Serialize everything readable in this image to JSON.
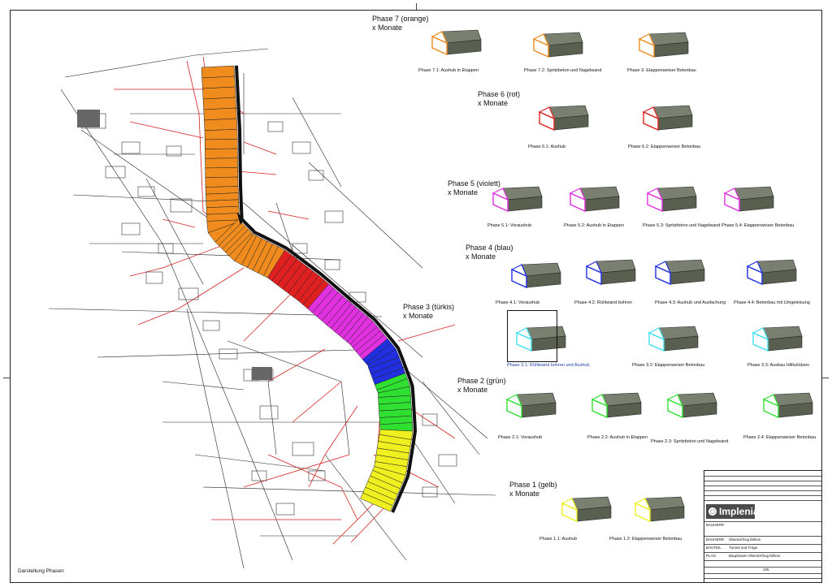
{
  "colors": {
    "orange": "#f08c1e",
    "red": "#e02020",
    "violet": "#e030e0",
    "blue": "#2030e0",
    "cyan": "#40e0f0",
    "green": "#30e030",
    "yellow": "#f0f020",
    "body": "#5a6050"
  },
  "phases": [
    {
      "id": "7",
      "title": "Phase 7 (orange)",
      "duration": "x Monate",
      "color": "orange",
      "steps": [
        "Phase 7.1: Aushub in Etappen",
        "Phase 7.2: Spritzbeton und Nagelwand",
        "Phase 3: Etappenweiser Betonbau"
      ]
    },
    {
      "id": "6",
      "title": "Phase 6 (rot)",
      "duration": "x Monate",
      "color": "red",
      "steps": [
        "Phase 6.1: Aushub",
        "Phase 6.2: Etappenweiser Betonbau"
      ]
    },
    {
      "id": "5",
      "title": "Phase 5 (violett)",
      "duration": "x Monate",
      "color": "violet",
      "steps": [
        "Phase 5.1: Voraushub",
        "Phase 5.2: Aushub in Etappen",
        "Phase 5.3: Spritzbeton und Nagelwand",
        "Phase 5.4: Etappenweiser Betonbau"
      ]
    },
    {
      "id": "4",
      "title": "Phase 4 (blau)",
      "duration": "x Monate",
      "color": "blue",
      "steps": [
        "Phase 4.1: Voraushub",
        "Phase 4.2: Rühlwand bohren",
        "Phase 4.3: Aushub und Ausfachung",
        "Phase 4.4: Betonbau mit Umgeleisung"
      ]
    },
    {
      "id": "3",
      "title": "Phase 3 (türkis)",
      "duration": "x Monate",
      "color": "cyan",
      "steps": [
        "Phase 3.1: Rühlwand bohren und Aushub",
        "Phase 3.2: Etappenweiser Betonbau",
        "Phase 3.3: Ausbau Hilfsstützen"
      ]
    },
    {
      "id": "2",
      "title": "Phase 2 (grün)",
      "duration": "x Monate",
      "color": "green",
      "steps": [
        "Phase 2.1: Voraushub",
        "Phase 2.2: Aushub in Etappen",
        "Phase 2.3: Spritzbeton und Nagelwand",
        "Phase 2.4: Etappenweiser Betonbau"
      ]
    },
    {
      "id": "1",
      "title": "Phase 1 (gelb)",
      "duration": "x Monate",
      "color": "yellow",
      "steps": [
        "Phase 1.1: Aushub",
        "Phase 1.2: Etappenweiser Betonbau"
      ]
    }
  ],
  "map_caption": "Darstellung Phasen",
  "title_block": {
    "company": "Implenia",
    "fields": [
      {
        "label": "BAUHERR",
        "value": ""
      },
      {
        "label": "BAUHERR",
        "value": "Oberdorfzug Eilikon"
      },
      {
        "label": "BAUTEIL",
        "value": "Tunnel und Tröge"
      },
      {
        "label": "PLAN",
        "value": "Bauphasen Oberdorfzug Eilikon"
      }
    ],
    "plan_no": "105"
  }
}
